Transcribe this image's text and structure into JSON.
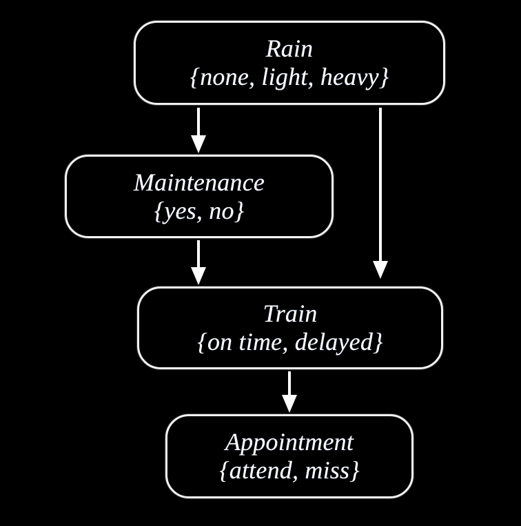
{
  "diagram": {
    "type": "causal-dag",
    "background_color": "#000000",
    "node_color": "#ffffff",
    "nodes": [
      {
        "id": "rain",
        "title": "Rain",
        "states": "{none, light, heavy}"
      },
      {
        "id": "maintenance",
        "title": "Maintenance",
        "states": "{yes, no}"
      },
      {
        "id": "train",
        "title": "Train",
        "states": "{on time, delayed}"
      },
      {
        "id": "appointment",
        "title": "Appointment",
        "states": "{attend, miss}"
      }
    ],
    "edges": [
      {
        "id": "rain-to-maintenance",
        "from": "Rain",
        "to": "Maintenance"
      },
      {
        "id": "rain-to-train",
        "from": "Rain",
        "to": "Train"
      },
      {
        "id": "maintenance-to-train",
        "from": "Maintenance",
        "to": "Train"
      },
      {
        "id": "train-to-appointment",
        "from": "Train",
        "to": "Appointment"
      }
    ]
  }
}
